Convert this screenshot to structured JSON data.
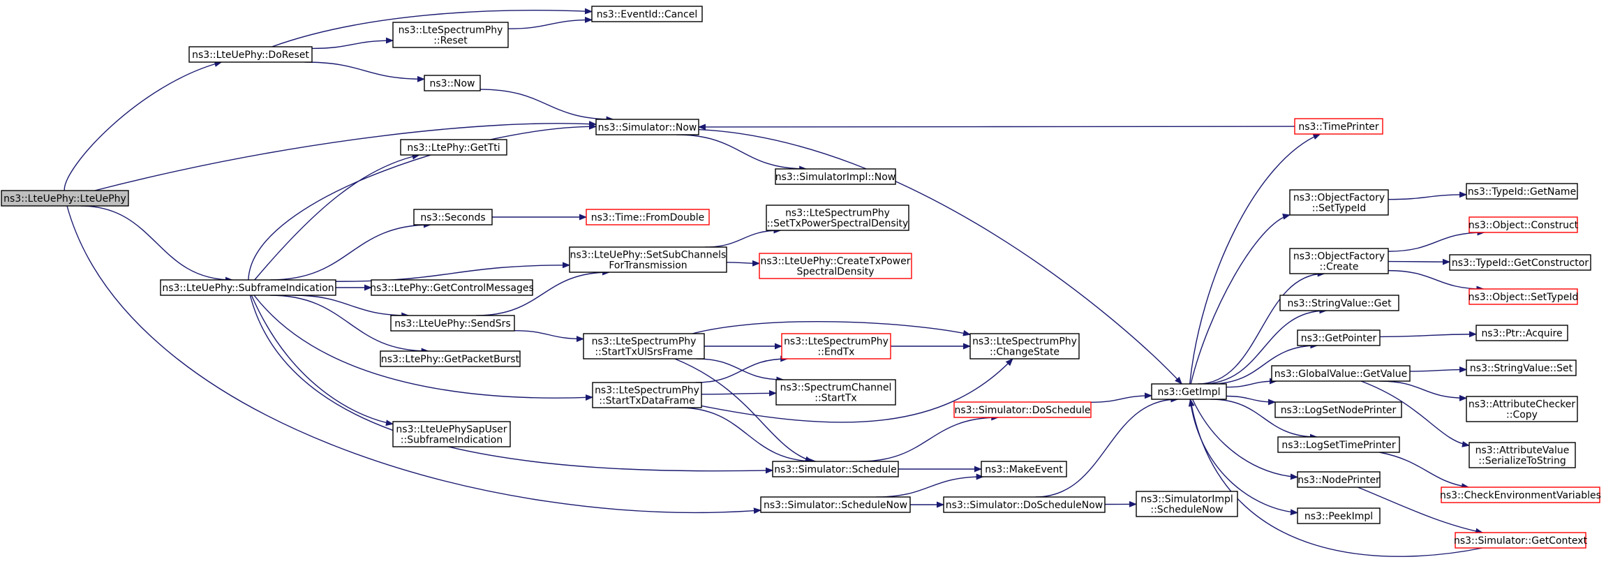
{
  "colors": {
    "edge": "#191970",
    "root_fill": "#bfbfbf",
    "truncated_border": "#ff0000",
    "normal_border": "#000000"
  },
  "nodes": [
    {
      "id": "root",
      "lines": [
        "ns3::LteUePhy::LteUePhy"
      ],
      "style": "root"
    },
    {
      "id": "doreset",
      "lines": [
        "ns3::LteUePhy::DoReset"
      ]
    },
    {
      "id": "cancel",
      "lines": [
        "ns3::EventId::Cancel"
      ]
    },
    {
      "id": "specreset",
      "lines": [
        "ns3::LteSpectrumPhy",
        "::Reset"
      ]
    },
    {
      "id": "now",
      "lines": [
        "ns3::Now"
      ]
    },
    {
      "id": "simnow",
      "lines": [
        "ns3::Simulator::Now"
      ]
    },
    {
      "id": "simimplnow",
      "lines": [
        "ns3::SimulatorImpl::Now"
      ]
    },
    {
      "id": "gettti",
      "lines": [
        "ns3::LtePhy::GetTti"
      ]
    },
    {
      "id": "seconds",
      "lines": [
        "ns3::Seconds"
      ]
    },
    {
      "id": "fromdouble",
      "lines": [
        "ns3::Time::FromDouble"
      ],
      "style": "red"
    },
    {
      "id": "settxpsd",
      "lines": [
        "ns3::LteSpectrumPhy",
        "::SetTxPowerSpectralDensity"
      ]
    },
    {
      "id": "setsubch",
      "lines": [
        "ns3::LteUePhy::SetSubChannels",
        "ForTransmission"
      ]
    },
    {
      "id": "createtxpsd",
      "lines": [
        "ns3::LteUePhy::CreateTxPower",
        "SpectralDensity"
      ],
      "style": "red"
    },
    {
      "id": "subframe",
      "lines": [
        "ns3::LteUePhy::SubframeIndication"
      ]
    },
    {
      "id": "getctrl",
      "lines": [
        "ns3::LtePhy::GetControlMessages"
      ]
    },
    {
      "id": "sendsrs",
      "lines": [
        "ns3::LteUePhy::SendSrs"
      ]
    },
    {
      "id": "starttxul",
      "lines": [
        "ns3::LteSpectrumPhy",
        "::StartTxUlSrsFrame"
      ]
    },
    {
      "id": "endtx",
      "lines": [
        "ns3::LteSpectrumPhy",
        "::EndTx"
      ],
      "style": "red"
    },
    {
      "id": "changestate",
      "lines": [
        "ns3::LteSpectrumPhy",
        "::ChangeState"
      ]
    },
    {
      "id": "getpacket",
      "lines": [
        "ns3::LtePhy::GetPacketBurst"
      ]
    },
    {
      "id": "starttxdata",
      "lines": [
        "ns3::LteSpectrumPhy",
        "::StartTxDataFrame"
      ]
    },
    {
      "id": "specchan",
      "lines": [
        "ns3::SpectrumChannel",
        "::StartTx"
      ]
    },
    {
      "id": "sapuser",
      "lines": [
        "ns3::LteUePhySapUser",
        "::SubframeIndication"
      ]
    },
    {
      "id": "doschedule",
      "lines": [
        "ns3::Simulator::DoSchedule"
      ],
      "style": "red"
    },
    {
      "id": "schedule",
      "lines": [
        "ns3::Simulator::Schedule"
      ]
    },
    {
      "id": "makeevent",
      "lines": [
        "ns3::MakeEvent"
      ]
    },
    {
      "id": "schedulenow",
      "lines": [
        "ns3::Simulator::ScheduleNow"
      ]
    },
    {
      "id": "doschedulenow",
      "lines": [
        "ns3::Simulator::DoScheduleNow"
      ]
    },
    {
      "id": "implschednow",
      "lines": [
        "ns3::SimulatorImpl",
        "::ScheduleNow"
      ]
    },
    {
      "id": "getimpl",
      "lines": [
        "ns3::GetImpl"
      ]
    },
    {
      "id": "timeprinter",
      "lines": [
        "ns3::TimePrinter"
      ],
      "style": "red"
    },
    {
      "id": "ofsettypeid",
      "lines": [
        "ns3::ObjectFactory",
        "::SetTypeId"
      ]
    },
    {
      "id": "typeidgetname",
      "lines": [
        "ns3::TypeId::GetName"
      ]
    },
    {
      "id": "ofcreate",
      "lines": [
        "ns3::ObjectFactory",
        "::Create"
      ]
    },
    {
      "id": "objconstruct",
      "lines": [
        "ns3::Object::Construct"
      ],
      "style": "red"
    },
    {
      "id": "getconstructor",
      "lines": [
        "ns3::TypeId::GetConstructor"
      ]
    },
    {
      "id": "objsettypeid",
      "lines": [
        "ns3::Object::SetTypeId"
      ],
      "style": "red"
    },
    {
      "id": "strvalget",
      "lines": [
        "ns3::StringValue::Get"
      ]
    },
    {
      "id": "getpointer",
      "lines": [
        "ns3::GetPointer"
      ]
    },
    {
      "id": "ptracquire",
      "lines": [
        "ns3::Ptr::Acquire"
      ]
    },
    {
      "id": "gvgetvalue",
      "lines": [
        "ns3::GlobalValue::GetValue"
      ]
    },
    {
      "id": "strvalset",
      "lines": [
        "ns3::StringValue::Set"
      ]
    },
    {
      "id": "attrcopy",
      "lines": [
        "ns3::AttributeChecker",
        "::Copy"
      ]
    },
    {
      "id": "attrserial",
      "lines": [
        "ns3::AttributeValue",
        "::SerializeToString"
      ]
    },
    {
      "id": "lognodeprinter",
      "lines": [
        "ns3::LogSetNodePrinter"
      ]
    },
    {
      "id": "logtimeprinter",
      "lines": [
        "ns3::LogSetTimePrinter"
      ]
    },
    {
      "id": "nodeprinter",
      "lines": [
        "ns3::NodePrinter"
      ]
    },
    {
      "id": "checkenv",
      "lines": [
        "ns3::CheckEnvironmentVariables"
      ],
      "style": "red"
    },
    {
      "id": "peekimpl",
      "lines": [
        "ns3::PeekImpl"
      ]
    },
    {
      "id": "getcontext",
      "lines": [
        "ns3::Simulator::GetContext"
      ],
      "style": "red"
    }
  ],
  "edges": [
    [
      "root",
      "doreset"
    ],
    [
      "root",
      "simnow"
    ],
    [
      "root",
      "subframe"
    ],
    [
      "root",
      "schedulenow"
    ],
    [
      "doreset",
      "cancel"
    ],
    [
      "doreset",
      "specreset"
    ],
    [
      "doreset",
      "now"
    ],
    [
      "specreset",
      "cancel"
    ],
    [
      "now",
      "simnow"
    ],
    [
      "simnow",
      "simimplnow"
    ],
    [
      "simnow",
      "getimpl"
    ],
    [
      "subframe",
      "gettti"
    ],
    [
      "subframe",
      "simnow"
    ],
    [
      "subframe",
      "seconds"
    ],
    [
      "subframe",
      "setsubch"
    ],
    [
      "subframe",
      "getctrl"
    ],
    [
      "subframe",
      "sendsrs"
    ],
    [
      "subframe",
      "getpacket"
    ],
    [
      "subframe",
      "starttxdata"
    ],
    [
      "subframe",
      "sapuser"
    ],
    [
      "subframe",
      "schedule"
    ],
    [
      "seconds",
      "fromdouble"
    ],
    [
      "setsubch",
      "settxpsd"
    ],
    [
      "setsubch",
      "createtxpsd"
    ],
    [
      "sendsrs",
      "setsubch"
    ],
    [
      "sendsrs",
      "starttxul"
    ],
    [
      "starttxul",
      "changestate"
    ],
    [
      "starttxul",
      "endtx"
    ],
    [
      "starttxul",
      "specchan"
    ],
    [
      "starttxul",
      "schedule"
    ],
    [
      "starttxdata",
      "endtx"
    ],
    [
      "starttxdata",
      "specchan"
    ],
    [
      "starttxdata",
      "changestate"
    ],
    [
      "starttxdata",
      "schedule"
    ],
    [
      "endtx",
      "changestate"
    ],
    [
      "schedule",
      "doschedule"
    ],
    [
      "schedule",
      "makeevent"
    ],
    [
      "schedulenow",
      "makeevent"
    ],
    [
      "schedulenow",
      "doschedulenow"
    ],
    [
      "doschedule",
      "getimpl"
    ],
    [
      "doschedulenow",
      "getimpl"
    ],
    [
      "doschedulenow",
      "implschednow"
    ],
    [
      "getimpl",
      "timeprinter"
    ],
    [
      "getimpl",
      "ofsettypeid"
    ],
    [
      "getimpl",
      "ofcreate"
    ],
    [
      "getimpl",
      "strvalget"
    ],
    [
      "getimpl",
      "getpointer"
    ],
    [
      "getimpl",
      "gvgetvalue"
    ],
    [
      "getimpl",
      "lognodeprinter"
    ],
    [
      "getimpl",
      "logtimeprinter"
    ],
    [
      "getimpl",
      "nodeprinter"
    ],
    [
      "getimpl",
      "peekimpl"
    ],
    [
      "timeprinter",
      "simnow"
    ],
    [
      "ofsettypeid",
      "typeidgetname"
    ],
    [
      "ofcreate",
      "objconstruct"
    ],
    [
      "ofcreate",
      "getconstructor"
    ],
    [
      "ofcreate",
      "objsettypeid"
    ],
    [
      "getpointer",
      "ptracquire"
    ],
    [
      "gvgetvalue",
      "strvalset"
    ],
    [
      "gvgetvalue",
      "attrcopy"
    ],
    [
      "gvgetvalue",
      "attrserial"
    ],
    [
      "logtimeprinter",
      "checkenv"
    ],
    [
      "nodeprinter",
      "getcontext"
    ],
    [
      "getcontext",
      "getimpl"
    ]
  ]
}
